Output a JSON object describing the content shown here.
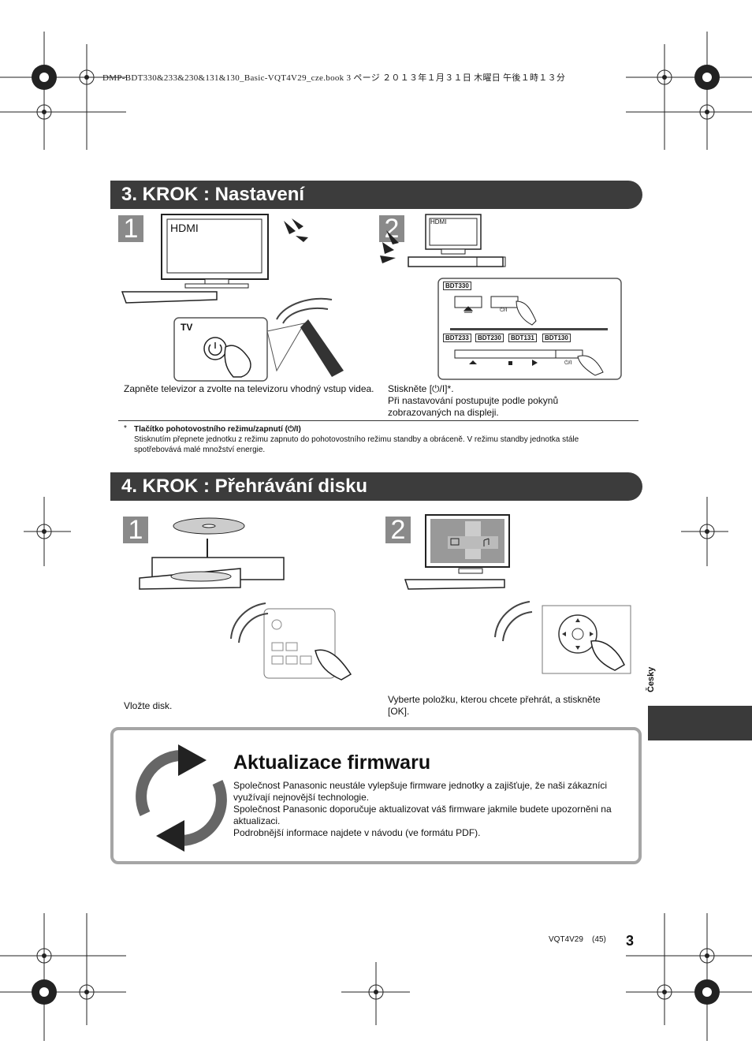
{
  "header": {
    "file_info": "DMP-BDT330&233&230&131&130_Basic-VQT4V29_cze.book  3 ページ  ２０１３年１月３１日  木曜日  午後１時１３分"
  },
  "step3": {
    "title": "3. KROK : Nastavení",
    "sub1": {
      "number": "1",
      "tv_label": "HDMI",
      "remote_label": "TV",
      "caption": "Zapněte televizor a zvolte na televizoru vhodný vstup videa."
    },
    "sub2": {
      "number": "2",
      "tv_label": "HDMI",
      "model_top": "BDT330",
      "models_bottom": [
        "BDT233",
        "BDT230",
        "BDT131",
        "BDT130"
      ],
      "caption_line1": "Stiskněte [⏻/I]*.",
      "caption_line2": "Při nastavování postupujte podle pokynů zobrazovaných na displeji."
    },
    "footnote": {
      "marker": "*",
      "title": "Tlačítko pohotovostního režimu/zapnutí (⏻/I)",
      "text": "Stisknutím přepnete jednotku z režimu zapnuto do pohotovostního režimu standby a obráceně. V režimu standby jednotka stále spotřebovává malé množství energie."
    }
  },
  "step4": {
    "title": "4. KROK : Přehrávání disku",
    "sub1": {
      "number": "1",
      "caption": "Vložte disk."
    },
    "sub2": {
      "number": "2",
      "caption": "Vyberte položku, kterou chcete přehrát, a stiskněte [OK]."
    }
  },
  "firmware": {
    "title": "Aktualizace firmwaru",
    "para1": "Společnost Panasonic neustále vylepšuje firmware jednotky a zajišťuje, že naši zákazníci využívají nejnovější technologie.",
    "para2": "Společnost Panasonic doporučuje aktualizovat váš firmware jakmile budete upozorněni na aktualizaci.",
    "para3": "Podrobnější informace najdete v návodu (ve formátu PDF)."
  },
  "sidebar": {
    "language": "Česky"
  },
  "footer": {
    "code": "VQT4V29",
    "sub": "(45)",
    "page": "3"
  }
}
